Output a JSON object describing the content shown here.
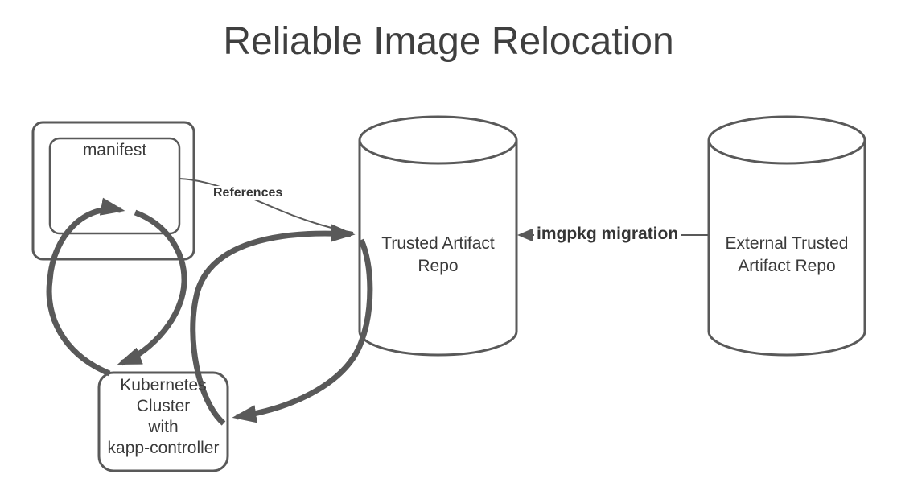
{
  "title": "Reliable Image Relocation",
  "colors": {
    "stroke": "#595959",
    "title_text": "#3f3f3f",
    "label_text": "#3a3a3a"
  },
  "nodes": {
    "manifest": {
      "label": "manifest"
    },
    "trusted_repo": {
      "label": "Trusted Artifact\nRepo"
    },
    "external_repo": {
      "label": "External Trusted\nArtifact Repo"
    },
    "k8s_cluster": {
      "label": "Kubernetes\nCluster\nwith\nkapp-controller"
    }
  },
  "edges": {
    "references": {
      "label": "References"
    },
    "imgpkg_migration": {
      "label": "imgpkg migration"
    }
  }
}
